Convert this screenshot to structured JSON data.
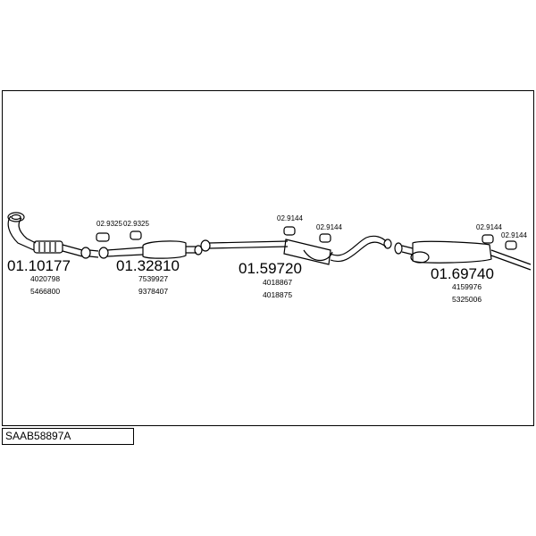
{
  "diagram": {
    "code": "SAAB58897A",
    "sections": [
      {
        "part_number": "01.10177",
        "oem_numbers": [
          "4020798",
          "5466800"
        ]
      },
      {
        "part_number": "01.32810",
        "oem_numbers": [
          "7539927",
          "9378407"
        ]
      },
      {
        "part_number": "01.59720",
        "oem_numbers": [
          "4018867",
          "4018875"
        ]
      },
      {
        "part_number": "01.69740",
        "oem_numbers": [
          "4159976",
          "5325006"
        ]
      }
    ],
    "hardware": [
      {
        "part_number": "02.9325"
      },
      {
        "part_number": "02.9325"
      },
      {
        "part_number": "02.9144"
      },
      {
        "part_number": "02.9144"
      },
      {
        "part_number": "02.9144"
      },
      {
        "part_number": "02.9144"
      }
    ]
  }
}
